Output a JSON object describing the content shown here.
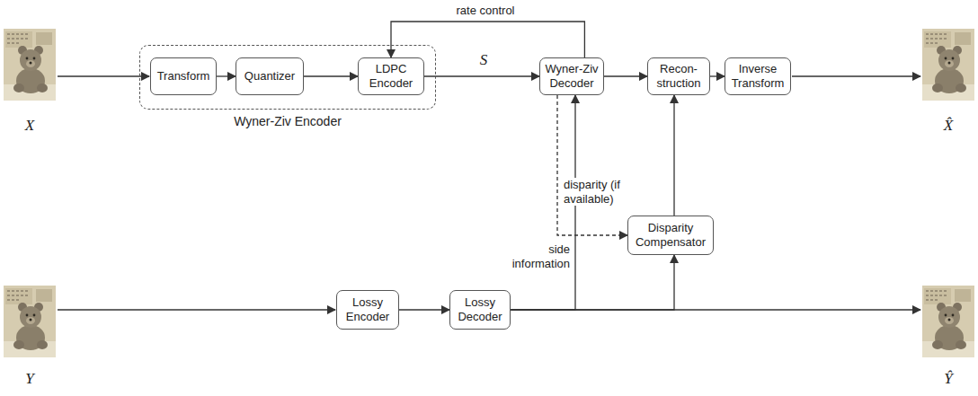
{
  "diagram": {
    "nodes": [
      {
        "text": [
          "Wyner-Ziv Encoder"
        ]
      },
      {
        "text": [
          "Transform"
        ],
        "in": 0
      },
      {
        "text": [
          "Quantizer"
        ],
        "in": 0
      },
      {
        "text": [
          "LDPC Encoder"
        ],
        "in": 0
      },
      {
        "text": [
          "Wyner-Ziv Decoder"
        ]
      },
      {
        "text": [
          "Recon- struction"
        ]
      },
      {
        "text": [
          "Inverse Transform"
        ]
      },
      {
        "text": [
          "Disparity Compensator"
        ]
      },
      {
        "text": [
          "Lossy Encoder"
        ]
      },
      {
        "text": [
          "Lossy Decoder"
        ]
      }
    ],
    "edges": [
      {
        "from": 1,
        "to": 2,
        "arrow": "to"
      },
      {
        "from": 2,
        "to": 3,
        "arrow": "to"
      },
      {
        "from": 3,
        "to": 4,
        "label": "S",
        "arrow": "to"
      },
      {
        "from": 4,
        "to": 3,
        "label": "rate control",
        "arrow": "to"
      },
      {
        "from": 4,
        "to": 5,
        "arrow": "to"
      },
      {
        "from": 5,
        "to": 6,
        "arrow": "to"
      },
      {
        "from": 8,
        "to": 9,
        "arrow": "to"
      },
      {
        "from": 9,
        "to": 4,
        "label": "side information",
        "arrow": "to"
      },
      {
        "from": 9,
        "to": 7,
        "arrow": "to"
      },
      {
        "from": 7,
        "to": 5,
        "arrow": "to"
      },
      {
        "from": 4,
        "to": 7,
        "label": "disparity (if available)",
        "arrow": "to"
      }
    ],
    "labels": [
      "X",
      "X̂",
      "Y",
      "Ŷ"
    ]
  }
}
